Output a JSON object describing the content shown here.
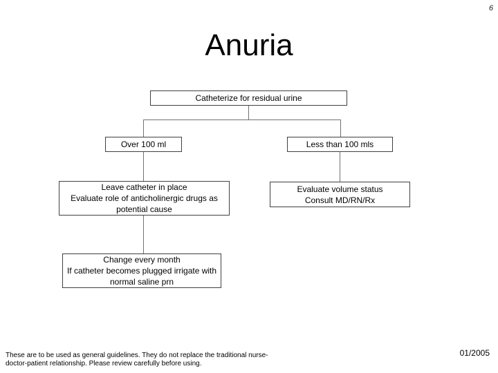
{
  "page_number": "6",
  "title": "Anuria",
  "flowchart": {
    "root": {
      "text": "Catheterize for residual urine"
    },
    "branch_left": {
      "text": "Over 100 ml"
    },
    "branch_right": {
      "text": "Less than 100 mls"
    },
    "action_left": {
      "text": "Leave catheter in place\nEvaluate role of anticholinergic drugs as\npotential cause"
    },
    "action_right": {
      "text": "Evaluate volume status\nConsult MD/RN/Rx"
    },
    "followup_left": {
      "text": "Change every month\nIf catheter becomes plugged irrigate with\nnormal saline prn"
    }
  },
  "footer": {
    "disclaimer": "These are to be used as general guidelines. They do not replace the traditional nurse-\ndoctor-patient relationship. Please review carefully before using.",
    "date": "01/2005"
  },
  "colors": {
    "background": "#ffffff",
    "text": "#000000",
    "box_border": "#3f3f3f",
    "connector_line": "#707070"
  }
}
